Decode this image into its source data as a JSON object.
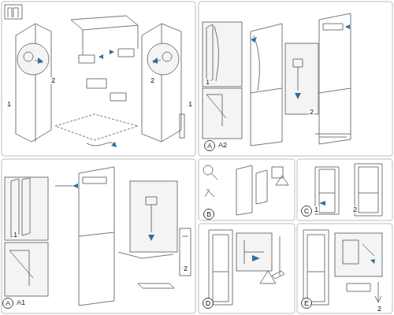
{
  "diagram": {
    "nodes": [
      {
        "text": [
          "A"
        ]
      },
      {
        "text": [
          "B"
        ]
      },
      {
        "text": [
          "C"
        ]
      },
      {
        "text": [
          "A"
        ]
      },
      {
        "text": [
          "D"
        ]
      },
      {
        "text": [
          "E"
        ]
      }
    ],
    "labels": [
      "1",
      "2",
      "2",
      "1",
      "1",
      "2",
      "A2",
      "1",
      "2",
      "A1",
      "1",
      "2",
      "2"
    ]
  }
}
